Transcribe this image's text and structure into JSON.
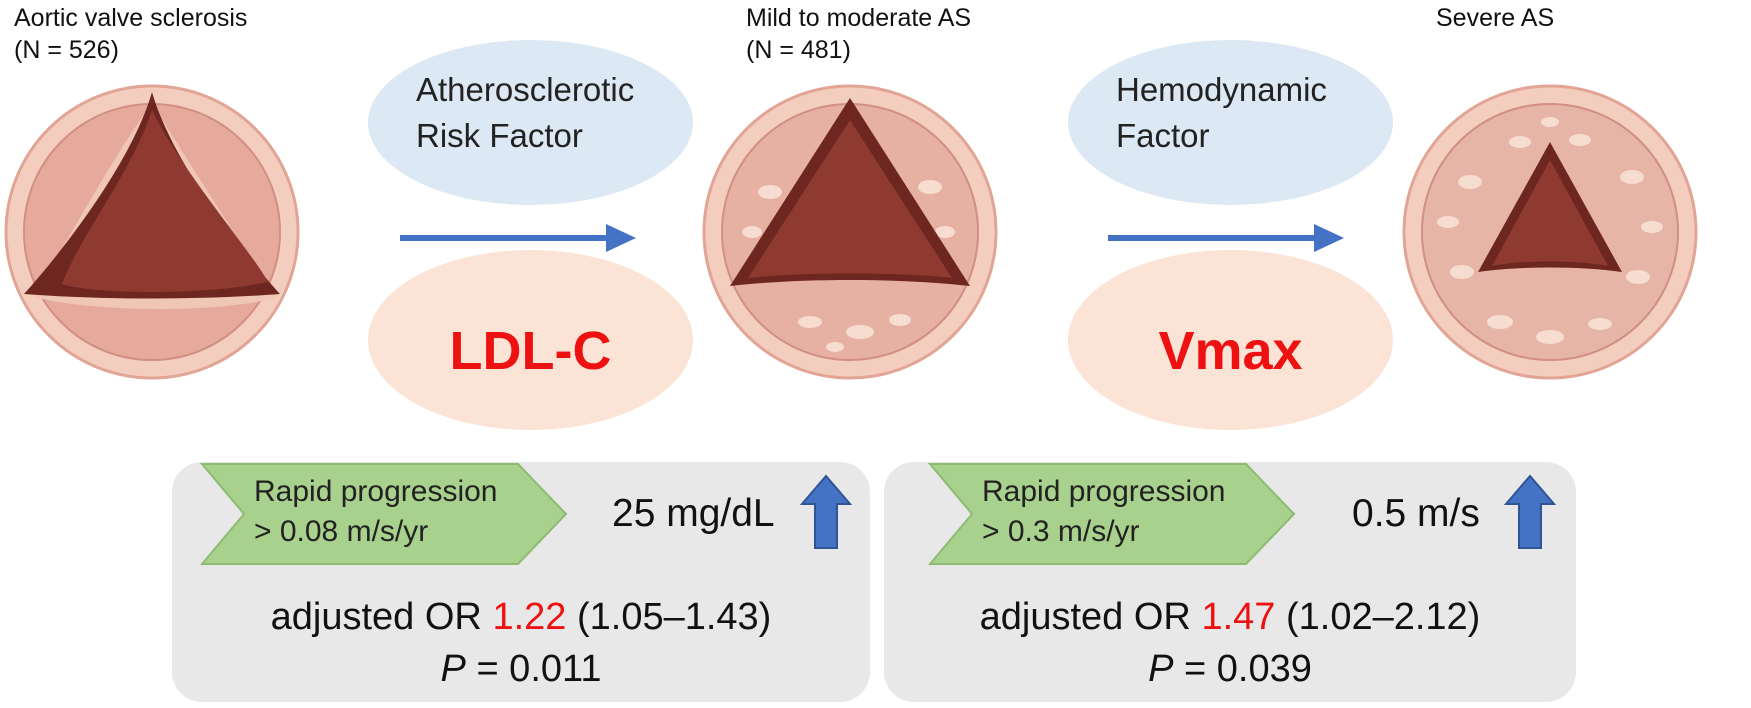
{
  "stages": [
    {
      "label_line1": "Aortic valve sclerosis",
      "label_line2": "(N = 526)"
    },
    {
      "label_line1": "Mild to moderate AS",
      "label_line2": "(N = 481)"
    },
    {
      "label_line1": "Severe AS",
      "label_line2": ""
    }
  ],
  "transitions": [
    {
      "factor_line1": "Atherosclerotic",
      "factor_line2": "Risk Factor",
      "variable": "LDL-C",
      "panel": {
        "criterion_line1": "Rapid progression",
        "criterion_line2": "> 0.08 m/s/yr",
        "increment": "25 mg/dL",
        "or_prefix": "adjusted OR",
        "or_value": "1.22",
        "or_ci": "(1.05–1.43)",
        "p_symbol": "P",
        "p_rest": "= 0.011"
      }
    },
    {
      "factor_line1": "Hemodynamic",
      "factor_line2": "Factor",
      "variable": "Vmax",
      "panel": {
        "criterion_line1": "Rapid progression",
        "criterion_line2": "> 0.3 m/s/yr",
        "increment": "0.5 m/s",
        "or_prefix": "adjusted OR",
        "or_value": "1.47",
        "or_ci": "(1.02–2.12)",
        "p_symbol": "P",
        "p_rest": "= 0.039"
      }
    }
  ],
  "colors": {
    "highlight_red": "#ee1111",
    "arrow_blue": "#4472c4",
    "chevron_green": "#a9d18e",
    "panel_gray": "#e8e8e8",
    "risk_ellipse_blue": "#dce8f4",
    "variable_ellipse_peach": "#fbe3d6"
  }
}
